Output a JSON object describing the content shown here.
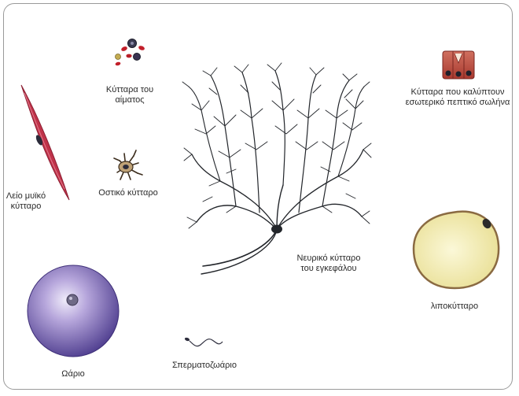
{
  "labels": {
    "blood": [
      "Κύτταρα του",
      "αίματος"
    ],
    "smooth_muscle": [
      "Λείο μυϊκό",
      "κύτταρο"
    ],
    "bone": "Οστικό κύτταρο",
    "neuron": [
      "Νευρικό κύτταρο",
      "του εγκεφάλου"
    ],
    "epithelial": [
      "Κύτταρα που καλύπτουν",
      "εσωτερικό πεπτικό σωλήνα"
    ],
    "fat": "λιποκύτταρο",
    "egg": "Ωάριο",
    "sperm": "Σπερματοζωάριο"
  },
  "colors": {
    "muscle": "#c0334a",
    "blood_red": "#c21f2a",
    "nucleus": "#2b2b3a",
    "neuron": "#23262b",
    "epithelial": "#b5443a",
    "fat_fill": "#f4efb4",
    "fat_border": "#8a6a42",
    "egg": "#7a63b3"
  }
}
